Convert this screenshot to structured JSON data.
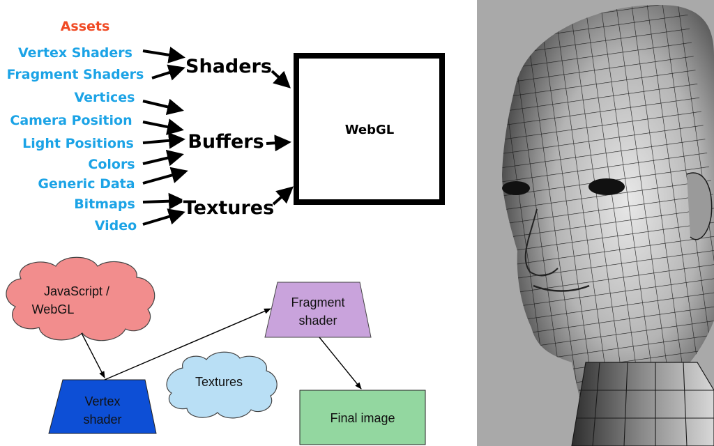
{
  "assets": {
    "title": "Assets",
    "items": [
      "Vertex Shaders",
      "Fragment Shaders",
      "Vertices",
      "Camera Position",
      "Light Positions",
      "Colors",
      "Generic Data",
      "Bitmaps",
      "Video"
    ]
  },
  "groups": {
    "shaders": "Shaders",
    "buffers": "Buffers",
    "textures": "Textures"
  },
  "core": {
    "label": "WebGL"
  },
  "pipeline": {
    "js": [
      "JavaScript /",
      "WebGL"
    ],
    "vertex": [
      "Vertex",
      "shader"
    ],
    "fragment": [
      "Fragment",
      "shader"
    ],
    "textures": "Textures",
    "final": "Final image"
  },
  "colors": {
    "asset_text": "#1ba3e6",
    "title_text": "#f04a24",
    "js_cloud": "#f28d8d",
    "vertex_shader": "#0d4fd6",
    "fragment_shader": "#c9a3dc",
    "textures_cloud": "#b9dff5",
    "final_image": "#93d7a0",
    "mesh_background": "#a9a9a9"
  },
  "image": {
    "subject": "wireframe-polygon-head-mesh"
  }
}
